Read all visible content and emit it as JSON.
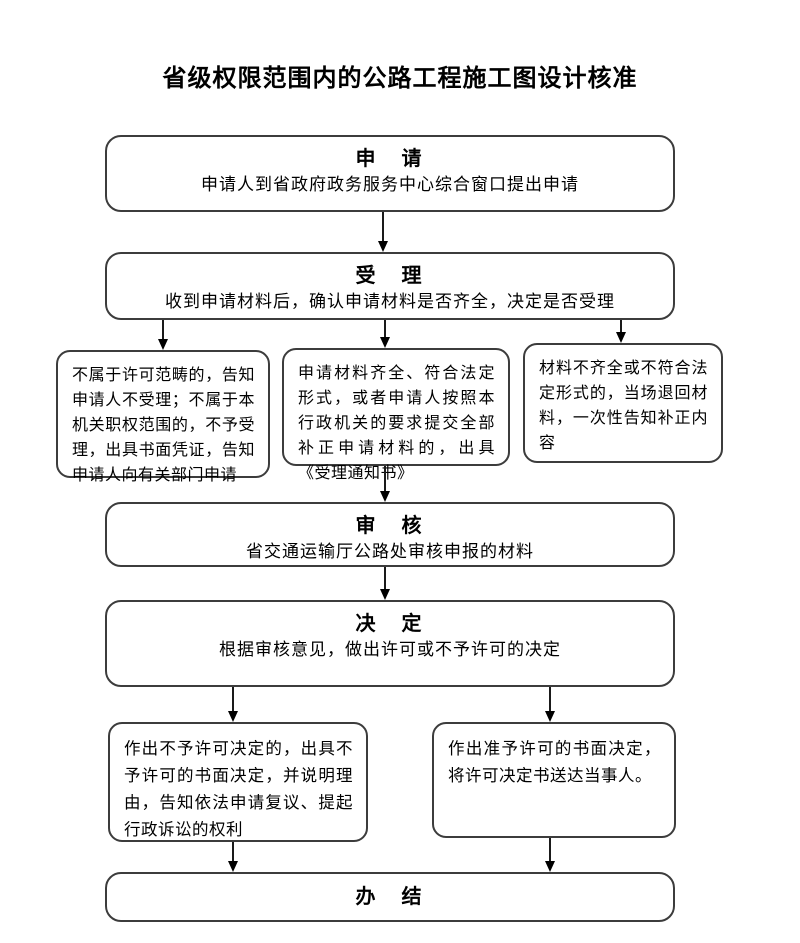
{
  "page": {
    "title": "省级权限范围内的公路工程施工图设计核准",
    "background_color": "#ffffff",
    "box_border_color": "#3c3c3c",
    "arrow_color": "#000000",
    "text_color": "#000000"
  },
  "flow": {
    "apply": {
      "heading": "申　请",
      "body": "申请人到省政府政务服务中心综合窗口提出申请"
    },
    "accept": {
      "heading": "受　理",
      "body": "收到申请材料后，确认申请材料是否齐全，决定是否受理"
    },
    "branch_left": {
      "body": "不属于许可范畴的，告知申请人不受理；不属于本机关职权范围的，不予受理，出具书面凭证，告知申请人向有关部门申请"
    },
    "branch_middle": {
      "body": "申请材料齐全、符合法定形式，或者申请人按照本行政机关的要求提交全部补正申请材料的，出具《受理通知书》"
    },
    "branch_right": {
      "body": "材料不齐全或不符合法定形式的，当场退回材料，一次性告知补正内容"
    },
    "review": {
      "heading": "审　核",
      "body": "省交通运输厅公路处审核申报的材料"
    },
    "decide": {
      "heading": "决　定",
      "body": "根据审核意见，做出许可或不予许可的决定"
    },
    "deny": {
      "body": "作出不予许可决定的，出具不予许可的书面决定，并说明理由，告知依法申请复议、提起行政诉讼的权利"
    },
    "grant": {
      "body": "作出准予许可的书面决定，将许可决定书送达当事人。"
    },
    "finish": {
      "heading": "办　结"
    }
  }
}
